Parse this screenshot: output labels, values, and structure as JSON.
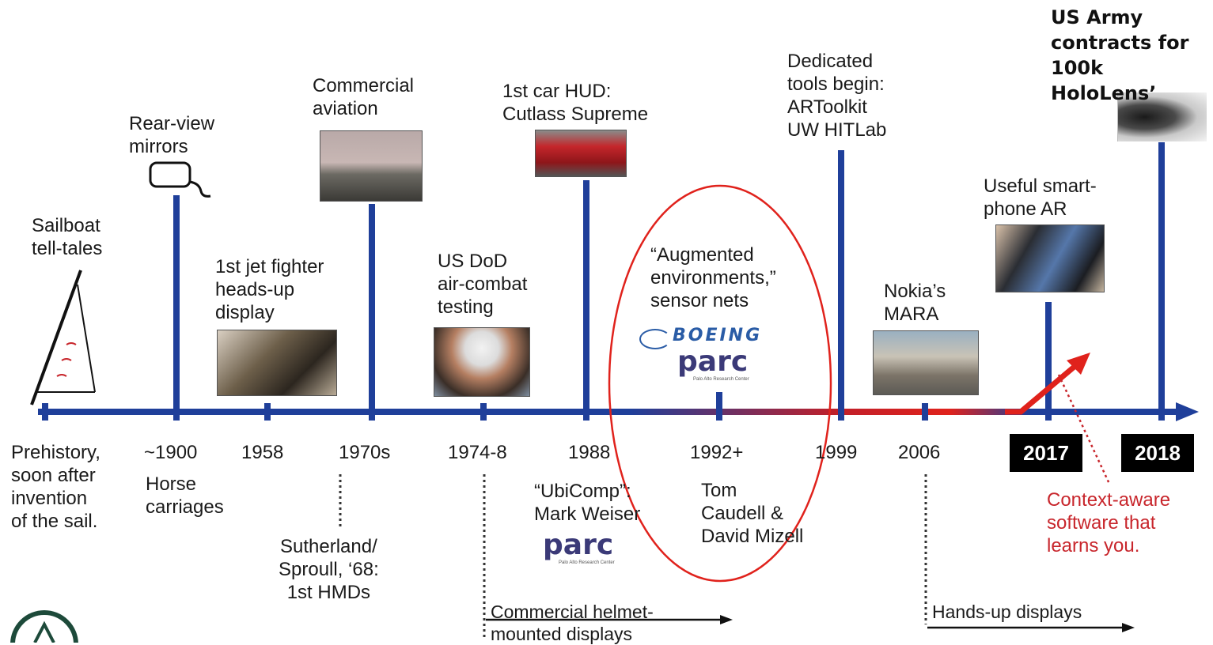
{
  "events": {
    "sailboat": "Sailboat\ntell-tales",
    "mirrors": "Rear-view\nmirrors",
    "jet": "1st jet fighter\nheads-up\ndisplay",
    "aviation": "Commercial\naviation",
    "dod": "US DoD\nair-combat\ntesting",
    "car_hud": "1st car HUD:\nCutlass Supreme",
    "augmented": "“Augmented\nenvironments,”\nsensor nets",
    "tools": "Dedicated\ntools begin:\nARToolkit\nUW HITLab",
    "nokia": "Nokia’s\nMARA",
    "smartphone": "Useful smart-\nphone AR",
    "army": "US Army\ncontracts for\n100k HoloLens’"
  },
  "dates": {
    "prehistory": "Prehistory,",
    "d1900": "~1900",
    "d1958": "1958",
    "d1970s": "1970s",
    "d1974": "1974-8",
    "d1988": "1988",
    "d1992": "1992+",
    "d1999": "1999",
    "d2006": "2006",
    "d2017": "2017",
    "d2018": "2018"
  },
  "notes": {
    "prehistory": "soon after\ninvention\nof the sail.",
    "horse": "Horse\ncarriages",
    "sutherland": "Sutherland/\nSproull, ‘68:\n1st HMDs",
    "ubicomp": "“UbiComp”:\nMark Weiser",
    "caudell": "Tom\nCaudell &\nDavid Mizell",
    "context": "Context-aware\nsoftware that\nlearns you.",
    "helmet": "Commercial helmet-\nmounted displays",
    "handsup": "Hands-up displays"
  },
  "logos": {
    "boeing": "BOEING",
    "parc": "parc",
    "parc_sub": "Palo Alto Research Center"
  },
  "colors": {
    "axis": "#1f3f9a",
    "highlight": "#e0221c",
    "yearbox": "#000000"
  }
}
